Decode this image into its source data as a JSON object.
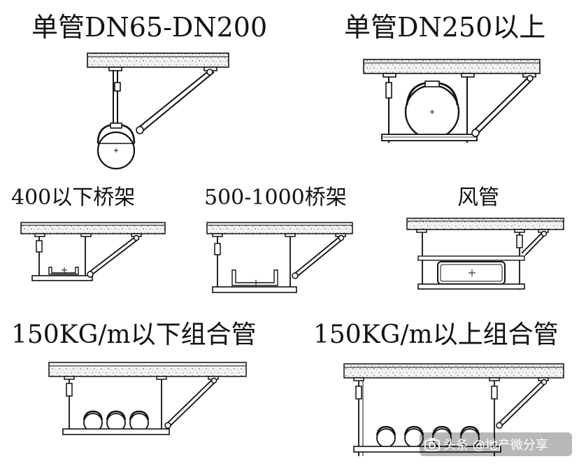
{
  "titles": {
    "single_small": "单管DN65-DN200",
    "single_large": "单管DN250以上",
    "tray_small": "400以下桥架",
    "tray_large": "500-1000桥架",
    "duct": "风管",
    "combo_light": "150KG/m以下组合管",
    "combo_heavy": "150KG/m以上组合管"
  },
  "watermark": {
    "text": "头条 @地产微分享",
    "icon": "camera-icon"
  },
  "colors": {
    "line": "#111111",
    "concrete_fill": "#f3f3f3",
    "background": "#ffffff"
  }
}
